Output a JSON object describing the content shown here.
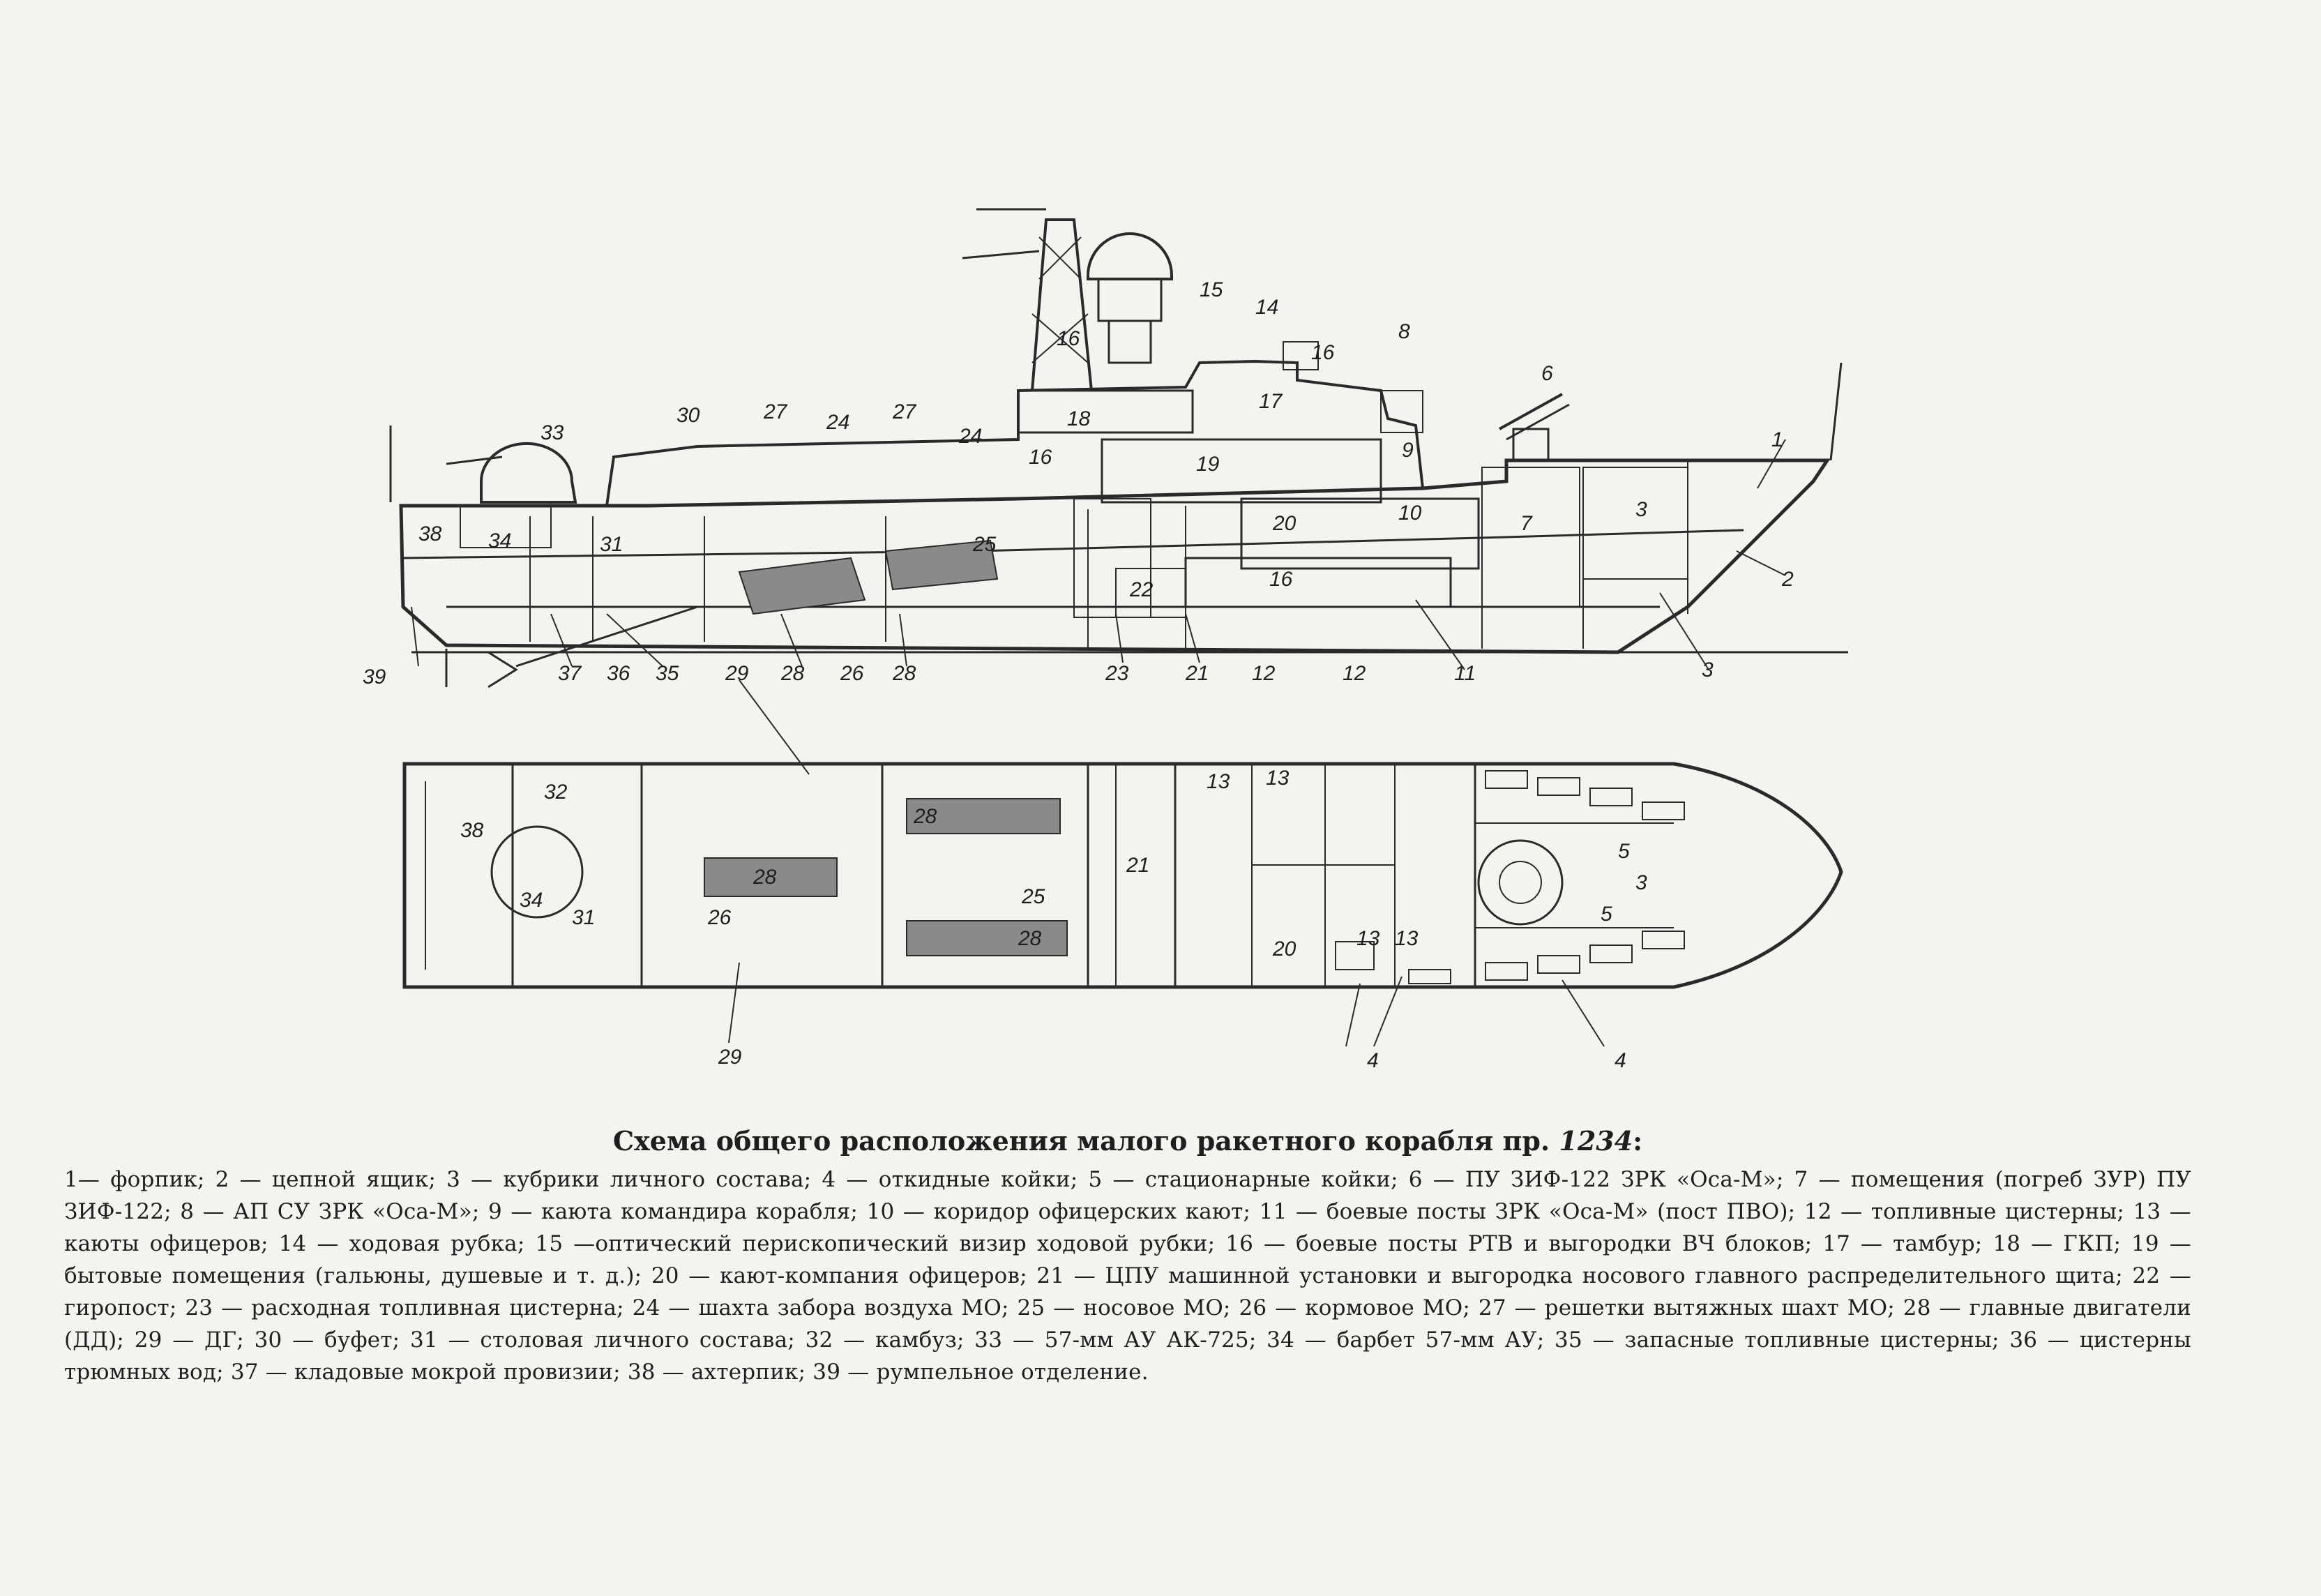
{
  "caption": {
    "title_prefix": "Схема общего расположения малого ракетного корабля пр. ",
    "title_number": "1234",
    "title_suffix": ":",
    "legend_text": "1— форпик; 2 — цепной ящик; 3 — кубрики личного состава; 4 — откидные койки; 5 — стационарные койки; 6 — ПУ ЗИФ-122 ЗРК «Оса-М»; 7 — помещения (погреб ЗУР) ПУ ЗИФ-122; 8 — АП СУ ЗРК «Оса-М»; 9 — каюта командира корабля; 10 — коридор офицерских кают; 11 — боевые посты ЗРК «Оса-М» (пост ПВО); 12 — топливные цистерны; 13 — каюты офицеров; 14 — ходовая рубка; 15 —оптический перископический визир ходовой рубки; 16 — боевые посты РТВ и выгородки ВЧ блоков; 17 — тамбур; 18 — ГКП; 19 — бытовые помещения (гальюны, душевые и т. д.); 20 — кают-компания офицеров; 21 — ЦПУ машинной установки и выгородка носового главного распределительного щита; 22 — гиропост; 23 — расходная топливная цистерна; 24 — шахта забора воздуха МО; 25 — носовое МО; 26 — кормовое МО; 27 — решетки вытяжных шахт МО; 28 — главные двигатели (ДД); 29 — ДГ; 30 — буфет; 31 — столовая личного состава; 32 — камбуз; 33 — 57-мм АУ АК-725; 34 — барбет 57-мм АУ; 35 — запасные топливные цистерны; 36 — цистерны трюмных вод; 37 — кладовые мокрой провизии; 38 — ахтерпик; 39 — румпельное отделение."
  },
  "side_view": {
    "labels": {
      "l1": "1",
      "l2": "2",
      "l3a": "3",
      "l3b": "3",
      "l6": "6",
      "l7": "7",
      "l8": "8",
      "l9": "9",
      "l10": "10",
      "l11": "11",
      "l12a": "12",
      "l12b": "12",
      "l14": "14",
      "l15": "15",
      "l16a": "16",
      "l16b": "16",
      "l16c": "16",
      "l16d": "16",
      "l17": "17",
      "l18": "18",
      "l19": "19",
      "l20": "20",
      "l21": "21",
      "l22": "22",
      "l23": "23",
      "l24a": "24",
      "l24b": "24",
      "l25": "25",
      "l26": "26",
      "l27a": "27",
      "l27b": "27",
      "l28a": "28",
      "l28b": "28",
      "l29": "29",
      "l30": "30",
      "l31": "31",
      "l33": "33",
      "l34": "34",
      "l35": "35",
      "l36": "36",
      "l37": "37",
      "l38": "38",
      "l39": "39"
    }
  },
  "plan_view": {
    "labels": {
      "p32": "32",
      "p38": "38",
      "p34": "34",
      "p31": "31",
      "p26": "26",
      "p28a": "28",
      "p28b": "28",
      "p28c": "28",
      "p25": "25",
      "p21": "21",
      "p13a": "13",
      "p13b": "13",
      "p13c": "13",
      "p13d": "13",
      "p20": "20",
      "p5a": "5",
      "p5b": "5",
      "p3": "3",
      "p4a": "4",
      "p4b": "4",
      "p29": "29"
    }
  }
}
